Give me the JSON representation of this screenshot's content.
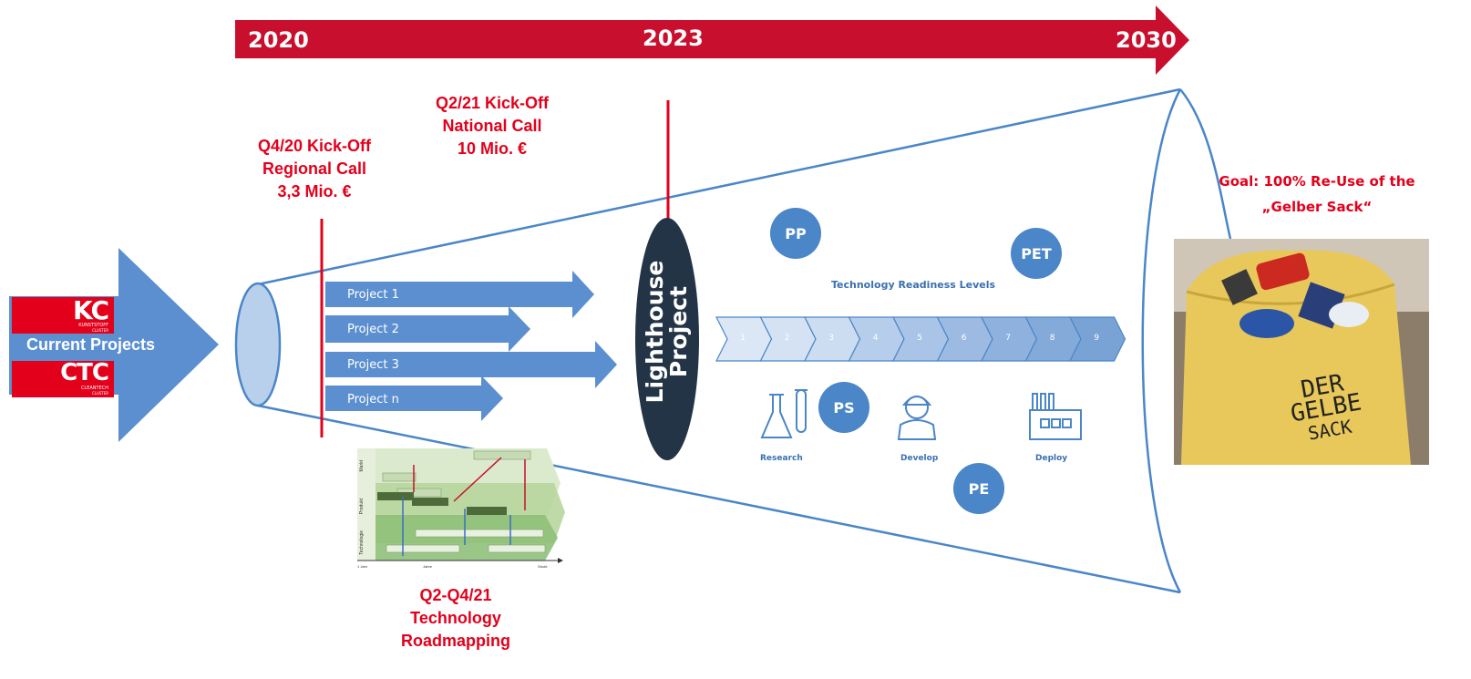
{
  "timeline": {
    "years": [
      "2020",
      "2023",
      "2030"
    ],
    "color": "#c8102e"
  },
  "current_projects": {
    "label": "Current Projects",
    "kc": {
      "abbr": "KC",
      "sub": "KUNSTSTOFF",
      "sub2": "CLUSTER"
    },
    "ctc": {
      "abbr": "CTC",
      "sub": "CLEANTECH",
      "sub2": "CLUSTER"
    }
  },
  "milestones": {
    "q4_20": [
      "Q4/20 Kick-Off",
      "Regional Call",
      "3,3 Mio. €"
    ],
    "q2_21": [
      "Q2/21 Kick-Off",
      "National Call",
      "10 Mio. €"
    ],
    "roadmap": [
      "Q2-Q4/21",
      "Technology",
      "Roadmapping"
    ]
  },
  "projects": [
    "Project 1",
    "Project 2",
    "Project 3",
    "Project n"
  ],
  "lighthouse": [
    "Lighthouse",
    "Project"
  ],
  "trl": {
    "title": "Technology Readiness Levels",
    "levels": [
      "1",
      "2",
      "3",
      "4",
      "5",
      "6",
      "7",
      "8",
      "9"
    ]
  },
  "materials": [
    "PP",
    "PET",
    "PS",
    "PE"
  ],
  "phases": [
    "Research",
    "Develop",
    "Deploy"
  ],
  "goal": [
    "Goal: 100% Re-Use of the",
    "„Gelber Sack“"
  ],
  "bag_text": [
    "DER",
    "GELBE",
    "SACK"
  ],
  "roadmap_chart": {
    "row_labels": [
      "Markt",
      "Produkt",
      "Technologie"
    ],
    "axis_labels": [
      "1 Jahr",
      "Jahre",
      "Strukt"
    ]
  },
  "colors": {
    "accent_red": "#e3001b",
    "blue": "#4a86c8",
    "dark_navy": "#1f2d3d"
  }
}
